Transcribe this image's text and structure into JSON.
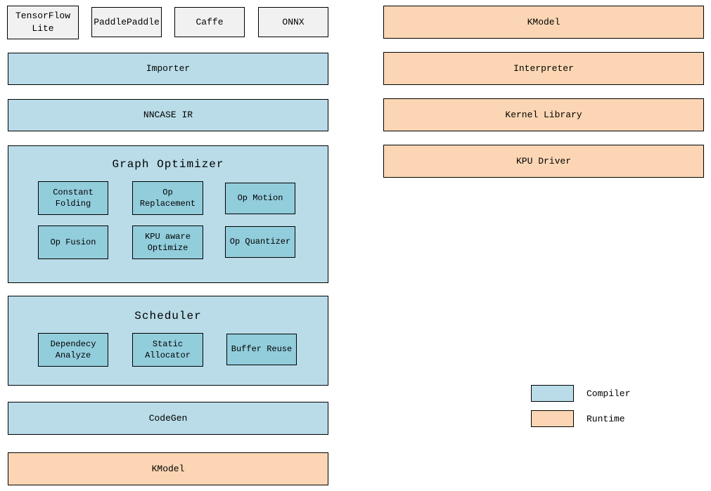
{
  "colors": {
    "background": "#ffffff",
    "text": "#000000",
    "border": "#000000",
    "compiler": "#b9dce8",
    "compiler_inner": "#92cddc",
    "runtime": "#fcd6b4",
    "framework": "#f1f1f1"
  },
  "frameworks": [
    {
      "label": "TensorFlow Lite"
    },
    {
      "label": "PaddlePaddle"
    },
    {
      "label": "Caffe"
    },
    {
      "label": "ONNX"
    }
  ],
  "compiler_stack": {
    "importer": "Importer",
    "nncase_ir": "NNCASE IR",
    "graph_optimizer": {
      "title": "Graph Optimizer",
      "items": [
        "Constant Folding",
        "Op Replacement",
        "Op Motion",
        "Op Fusion",
        "KPU aware Optimize",
        "Op Quantizer"
      ]
    },
    "scheduler": {
      "title": "Scheduler",
      "items": [
        "Dependecy Analyze",
        "Static Allocator",
        "Buffer Reuse"
      ]
    },
    "codegen": "CodeGen",
    "kmodel": "KModel"
  },
  "runtime_stack": {
    "kmodel": "KModel",
    "interpreter": "Interpreter",
    "kernel_library": "Kernel Library",
    "kpu_driver": "KPU Driver"
  },
  "legend": {
    "compiler_label": "Compiler",
    "runtime_label": "Runtime"
  }
}
